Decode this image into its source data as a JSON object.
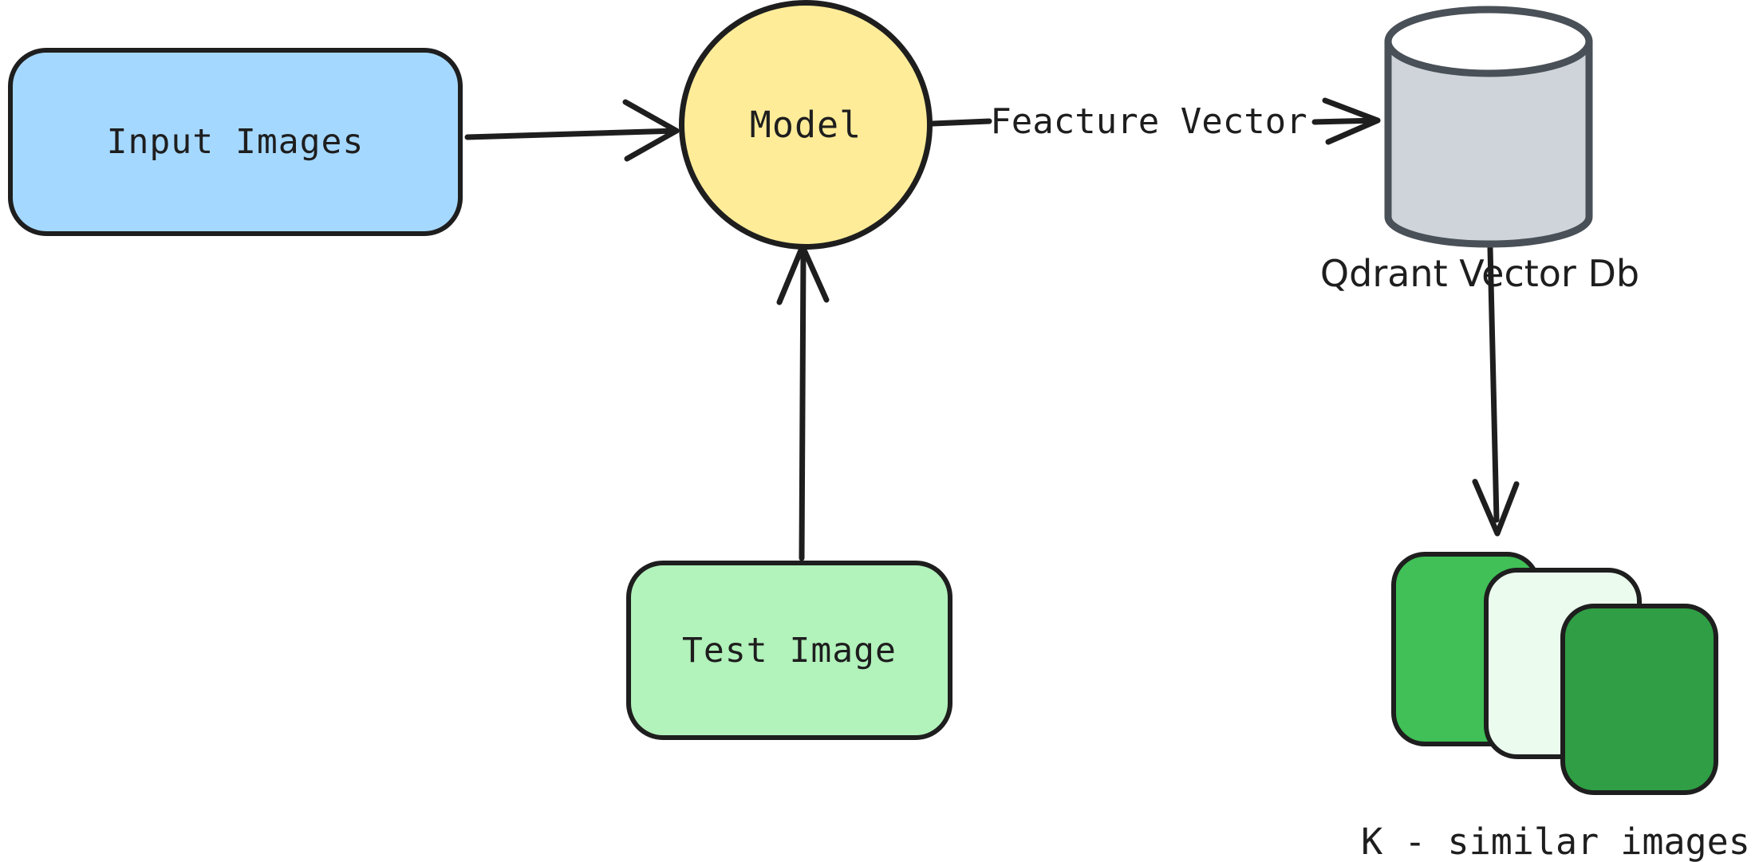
{
  "diagram": {
    "nodes": {
      "input_images": {
        "label": "Input Images",
        "shape": "rounded-rectangle",
        "fill": "#a5d8ff"
      },
      "model": {
        "label": "Model",
        "shape": "circle",
        "fill": "#ffec99"
      },
      "test_image": {
        "label": "Test Image",
        "shape": "rounded-rectangle",
        "fill": "#b2f2bb"
      },
      "qdrant_db": {
        "label": "Qdrant Vector Db",
        "shape": "database-cylinder",
        "fill": "#ced4da"
      },
      "similar_images": {
        "label": "K - similar images",
        "shape": "stacked-cards"
      }
    },
    "edges": {
      "input_to_model": {
        "label": ""
      },
      "model_to_db": {
        "label": "Feacture Vector"
      },
      "test_to_model": {
        "label": ""
      },
      "db_to_results": {
        "label": ""
      }
    },
    "colors": {
      "background": "#ffffff",
      "stroke": "#1e1e1e",
      "input_fill": "#a5d8ff",
      "model_fill": "#ffec99",
      "test_fill": "#b2f2bb",
      "cylinder_fill": "#ced4da",
      "cylinder_top_fill": "#ffffff",
      "cylinder_stroke": "#495057",
      "stack_back_fill": "#40c057",
      "stack_middle_fill": "#ebfbee",
      "stack_front_fill": "#2f9e44"
    }
  }
}
